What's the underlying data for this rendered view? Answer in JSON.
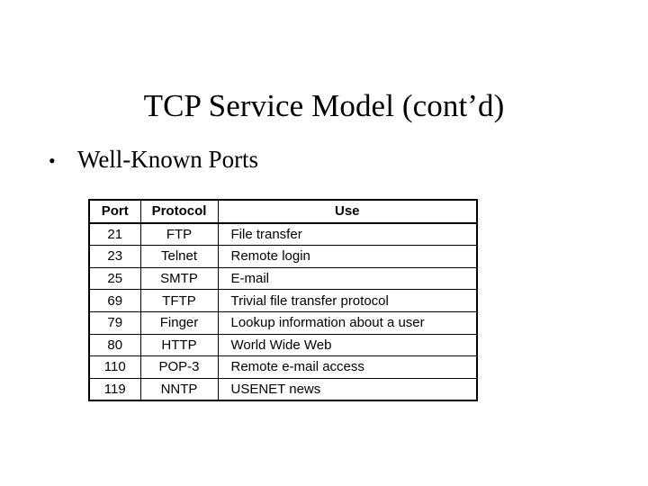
{
  "slide": {
    "title": "TCP Service Model (cont’d)",
    "background_color": "#ffffff",
    "text_color": "#000000"
  },
  "bullets": [
    {
      "marker": "•",
      "text": "Well-Known Ports"
    }
  ],
  "table": {
    "name": "well-known-ports",
    "border_color": "#000000",
    "columns": [
      {
        "key": "port",
        "label": "Port",
        "align": "center"
      },
      {
        "key": "protocol",
        "label": "Protocol",
        "align": "center"
      },
      {
        "key": "use",
        "label": "Use",
        "align": "center"
      }
    ],
    "rows": [
      {
        "port": "21",
        "protocol": "FTP",
        "use": "File transfer"
      },
      {
        "port": "23",
        "protocol": "Telnet",
        "use": "Remote login"
      },
      {
        "port": "25",
        "protocol": "SMTP",
        "use": "E-mail"
      },
      {
        "port": "69",
        "protocol": "TFTP",
        "use": "Trivial file transfer protocol"
      },
      {
        "port": "79",
        "protocol": "Finger",
        "use": "Lookup information about a user"
      },
      {
        "port": "80",
        "protocol": "HTTP",
        "use": "World Wide Web"
      },
      {
        "port": "110",
        "protocol": "POP-3",
        "use": "Remote e-mail access"
      },
      {
        "port": "119",
        "protocol": "NNTP",
        "use": "USENET news"
      }
    ]
  }
}
